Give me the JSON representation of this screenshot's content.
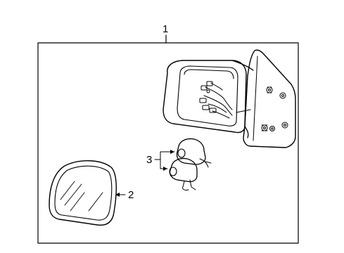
{
  "diagram": {
    "callouts": {
      "assembly": "1",
      "glass": "2",
      "motor": "3"
    },
    "colors": {
      "line": "#000000",
      "background": "#ffffff"
    }
  }
}
